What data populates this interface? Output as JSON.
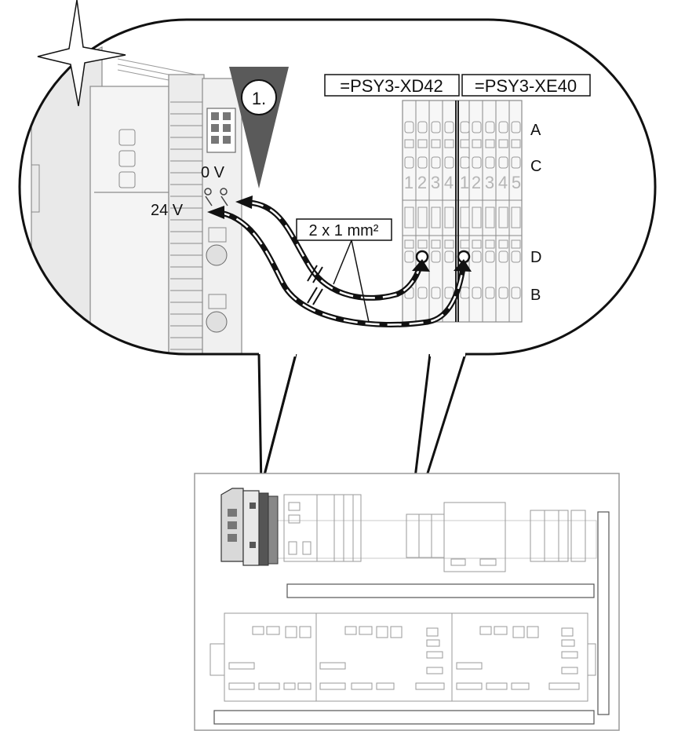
{
  "step": {
    "number": "1."
  },
  "device_terminals": {
    "zero_v": "0 V",
    "plus_24v": "24 V"
  },
  "terminal_blocks": [
    {
      "tag": "=PSY3-XD42",
      "numbers": [
        "1",
        "2",
        "3",
        "4"
      ]
    },
    {
      "tag": "=PSY3-XE40",
      "numbers": [
        "1",
        "2",
        "3",
        "4",
        "5"
      ]
    }
  ],
  "row_labels": {
    "a": "A",
    "c": "C",
    "d": "D",
    "b": "B"
  },
  "cable": {
    "label": "2 x 1 mm²"
  },
  "colors": {
    "line": "#111111",
    "panel_stroke": "#9a9a9a",
    "component_gray": "#cfcfcf",
    "dark_gray": "#5a5a5a"
  }
}
